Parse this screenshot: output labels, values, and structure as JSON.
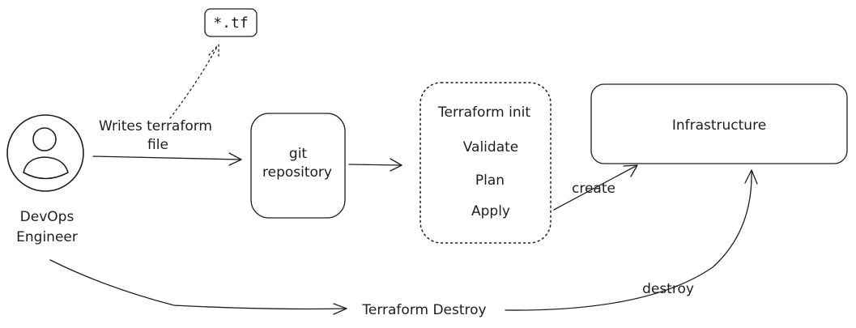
{
  "nodes": {
    "actor_label_line1": "DevOps",
    "actor_label_line2": "Engineer",
    "tf_file": "*.tf",
    "git_line1": "git",
    "git_line2": "repository",
    "steps": [
      "Terraform init",
      "Validate",
      "Plan",
      "Apply"
    ],
    "infrastructure": "Infrastructure"
  },
  "edges": {
    "writes_line1": "Writes terraform",
    "writes_line2": "file",
    "create": "create",
    "destroy_cmd": "Terraform Destroy",
    "destroy": "destroy"
  },
  "colors": {
    "stroke": "#1e1e1e",
    "background": "#ffffff"
  }
}
